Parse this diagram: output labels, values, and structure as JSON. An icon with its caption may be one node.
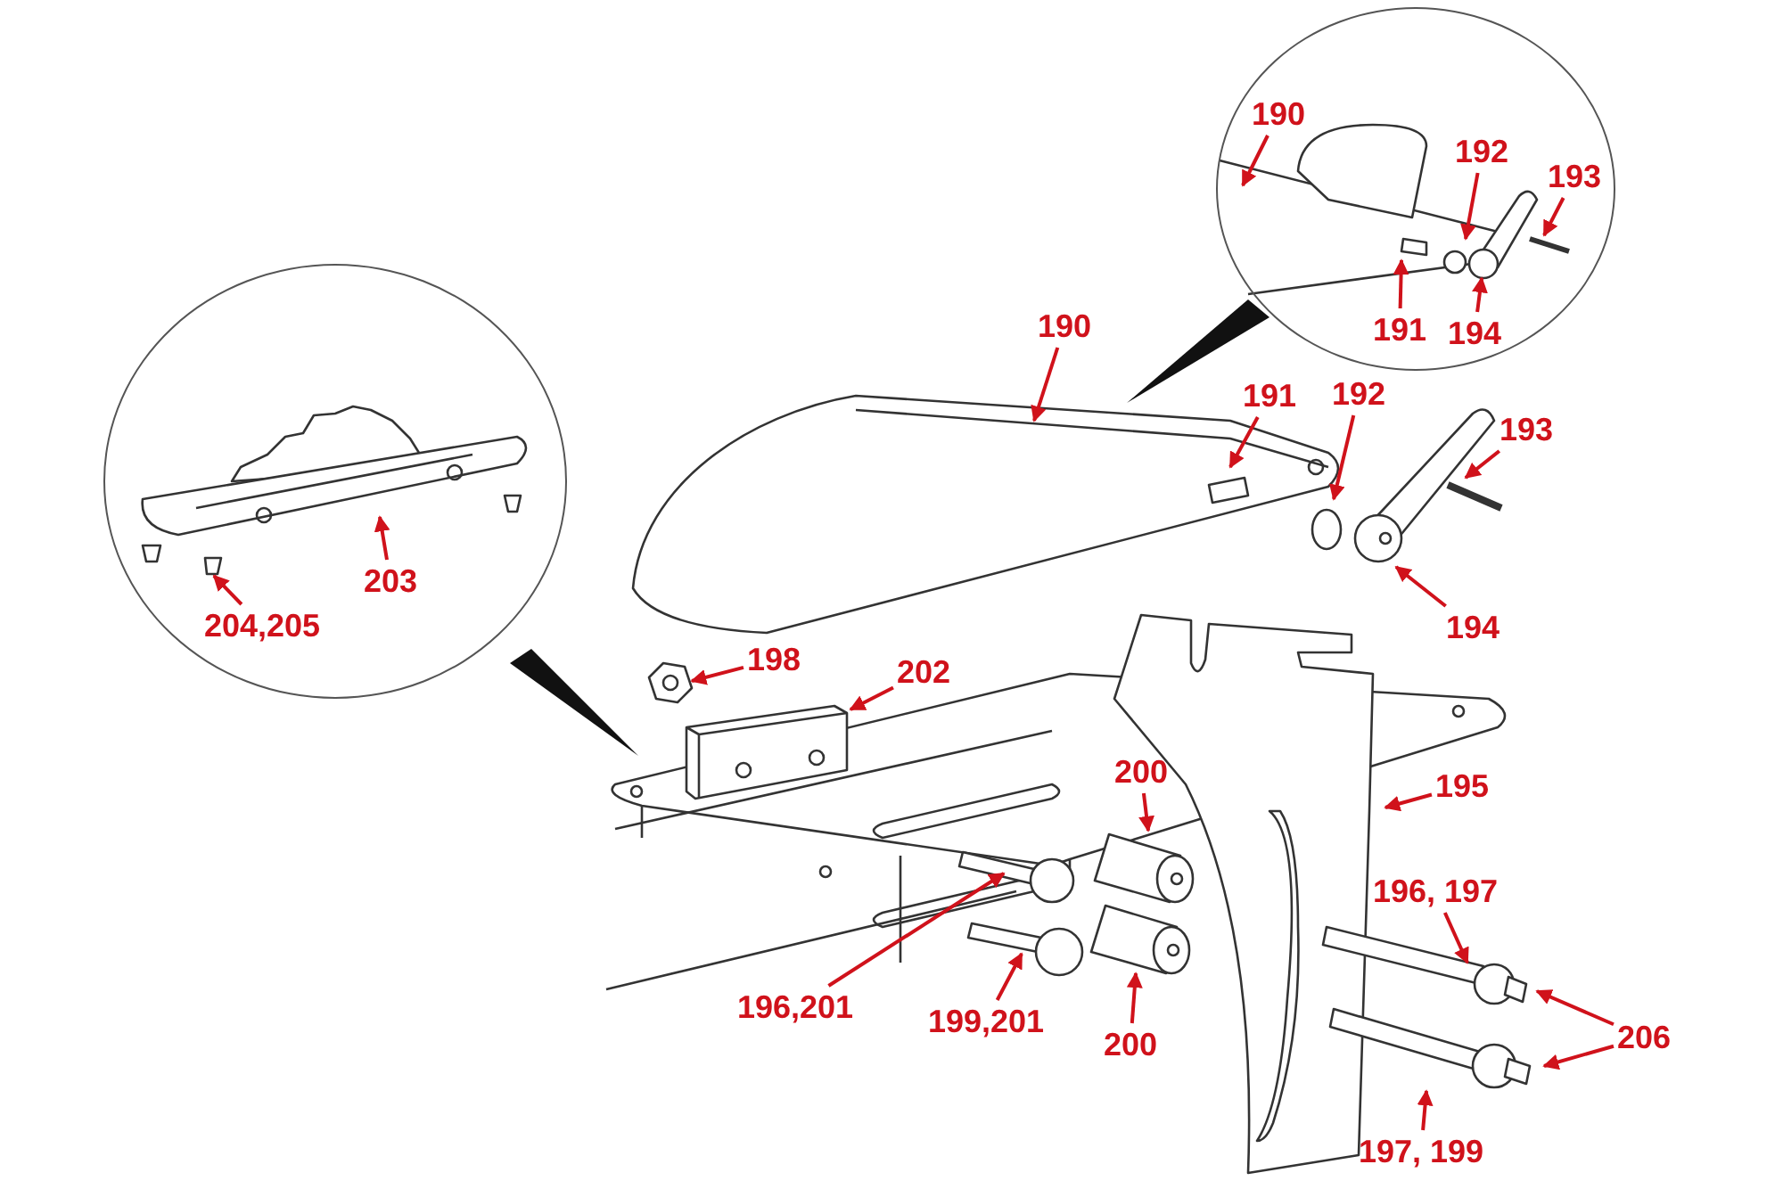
{
  "diagram": {
    "nodes": [
      {
        "text": [],
        "shape": "circle"
      },
      {
        "text": [
          "190"
        ],
        "in": 0
      },
      {
        "text": [
          "192"
        ],
        "in": 0
      },
      {
        "text": [
          "193"
        ],
        "in": 0
      },
      {
        "text": [
          "191"
        ],
        "in": 0
      },
      {
        "text": [
          "194"
        ],
        "in": 0
      },
      {
        "text": [],
        "shape": "circle"
      },
      {
        "text": [
          "190"
        ]
      },
      {
        "text": [
          "191"
        ]
      },
      {
        "text": [
          "192"
        ]
      },
      {
        "text": [
          "193"
        ]
      },
      {
        "text": [
          "203"
        ],
        "in": 6
      },
      {
        "text": [
          "204,205"
        ],
        "in": 6
      },
      {
        "text": [
          "194"
        ]
      },
      {
        "text": [
          "198"
        ]
      },
      {
        "text": [
          "202"
        ]
      },
      {
        "text": [
          "200"
        ]
      },
      {
        "text": [
          "195"
        ]
      },
      {
        "text": [
          "196, 197"
        ]
      },
      {
        "text": [
          "206"
        ]
      },
      {
        "text": [
          "196,201"
        ]
      },
      {
        "text": [
          "199,201"
        ]
      },
      {
        "text": [
          "200"
        ]
      },
      {
        "text": [
          "197, 199"
        ]
      }
    ],
    "edges": [
      {
        "from": 1,
        "to": null,
        "arrow": "to"
      },
      {
        "from": 2,
        "to": null,
        "arrow": "to"
      },
      {
        "from": 3,
        "to": null,
        "arrow": "to"
      },
      {
        "from": 4,
        "to": null,
        "arrow": "to"
      },
      {
        "from": 5,
        "to": null,
        "arrow": "to"
      },
      {
        "from": 7,
        "to": null,
        "arrow": "to"
      },
      {
        "from": 8,
        "to": null,
        "arrow": "to"
      },
      {
        "from": 9,
        "to": null,
        "arrow": "to"
      },
      {
        "from": 10,
        "to": null,
        "arrow": "to"
      },
      {
        "from": 11,
        "to": null,
        "arrow": "to"
      },
      {
        "from": 12,
        "to": null,
        "arrow": "to"
      },
      {
        "from": 13,
        "to": null,
        "arrow": "to"
      },
      {
        "from": 14,
        "to": null,
        "arrow": "to"
      },
      {
        "from": 15,
        "to": null,
        "arrow": "to"
      },
      {
        "from": 16,
        "to": null,
        "arrow": "to"
      },
      {
        "from": 17,
        "to": null,
        "arrow": "to"
      },
      {
        "from": 18,
        "to": null,
        "arrow": "to"
      },
      {
        "from": 19,
        "to": null,
        "arrow": "to"
      },
      {
        "from": 19,
        "to": null,
        "arrow": "to"
      },
      {
        "from": 20,
        "to": null,
        "arrow": "to"
      },
      {
        "from": 21,
        "to": null,
        "arrow": "to"
      },
      {
        "from": 22,
        "to": null,
        "arrow": "to"
      },
      {
        "from": 23,
        "to": null,
        "arrow": "to"
      }
    ]
  }
}
